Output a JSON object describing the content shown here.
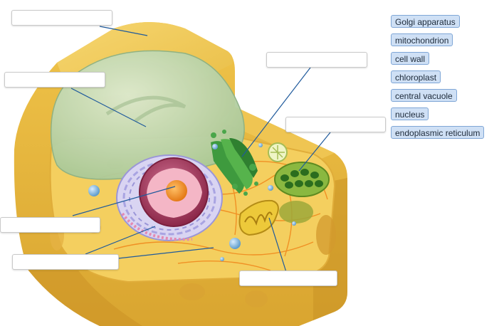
{
  "word_bank": [
    {
      "label": "Golgi apparatus"
    },
    {
      "label": "mitochondrion"
    },
    {
      "label": "cell wall"
    },
    {
      "label": "chloroplast"
    },
    {
      "label": "central vacuole"
    },
    {
      "label": "nucleus"
    },
    {
      "label": "endoplasmic reticulum"
    }
  ],
  "drop_targets": [
    {
      "value": ""
    },
    {
      "value": ""
    },
    {
      "value": ""
    },
    {
      "value": ""
    },
    {
      "value": ""
    },
    {
      "value": ""
    },
    {
      "value": ""
    },
    {
      "value": ""
    }
  ],
  "colors": {
    "cell_wall": "#e2b53a",
    "cytoplasm": "#f3cd60",
    "vacuole": "#c5dcb0",
    "nucleus": "#a33a5c",
    "nucleolus": "#f0932a",
    "golgi": "#3e9a3e",
    "chloroplast": "#6a9a2a",
    "mitochondrion": "#e6c030",
    "er": "#b9b6e8",
    "leader_line": "#1f5a9c",
    "chip_bg": "#cfe0f5",
    "chip_border": "#7fa6d6"
  }
}
